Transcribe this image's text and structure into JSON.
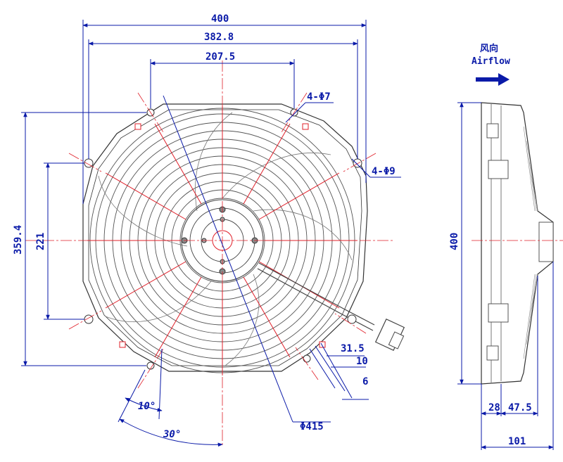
{
  "labels": {
    "airflow_cn": "风向",
    "airflow_en": "Airflow"
  },
  "dimensions": {
    "overall_width": "400",
    "mount_span_outer": "382.8",
    "mount_span_inner": "207.5",
    "overall_height": "359.4",
    "mount_height": "221",
    "hole_small": "4-Φ7",
    "hole_large": "4-Φ9",
    "fan_diameter": "Φ415",
    "tab_width": "31.5",
    "tab_gap": "10",
    "tab_thickness": "6",
    "angle_small": "10°",
    "angle_large": "30°",
    "side_height": "400",
    "side_depth_a": "28",
    "side_depth_b": "47.5",
    "side_depth_total": "101"
  },
  "colors": {
    "dimension": "#0a1aa8",
    "centerline": "#e0202a",
    "outline": "#333333"
  }
}
